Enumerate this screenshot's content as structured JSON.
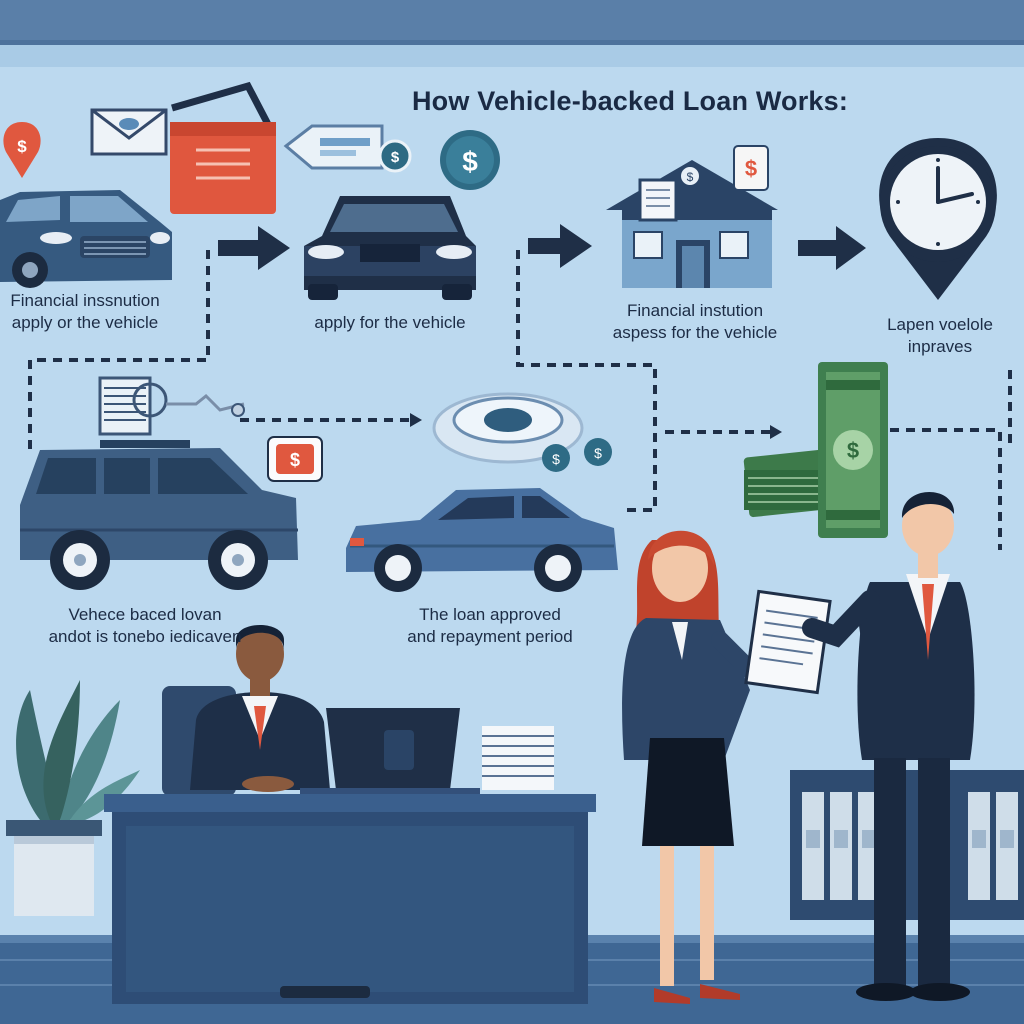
{
  "title": "How Vehicle-backed Loan Works:",
  "steps": [
    {
      "line1": "Financial inssnution",
      "line2": "apply or the vehicle"
    },
    {
      "line1": "apply for the vehicle"
    },
    {
      "line1": "Financial instution",
      "line2": "aspess for the vehicle"
    },
    {
      "line1": "Lapen voelole",
      "line2": "inpraves"
    },
    {
      "line1": "Vehece baced lovan",
      "line2": "andot is tonebo iedicaven"
    },
    {
      "line1": "The loan approved",
      "line2": "and repayment period"
    }
  ],
  "colors": {
    "sky": "#b8d6ee",
    "frame": "#4a6f9a",
    "navy": "#243a5a",
    "accent_red": "#e0583f",
    "money_green": "#3d7a4a"
  },
  "icons": [
    "location-pin-icon",
    "envelope-icon",
    "briefcase-icon",
    "price-tag-icon",
    "dollar-coin-icon",
    "bank-building-icon",
    "clock-pin-icon",
    "car-icon",
    "suv-icon",
    "key-fob-icon",
    "money-stack-icon",
    "handshake-document-icon"
  ]
}
